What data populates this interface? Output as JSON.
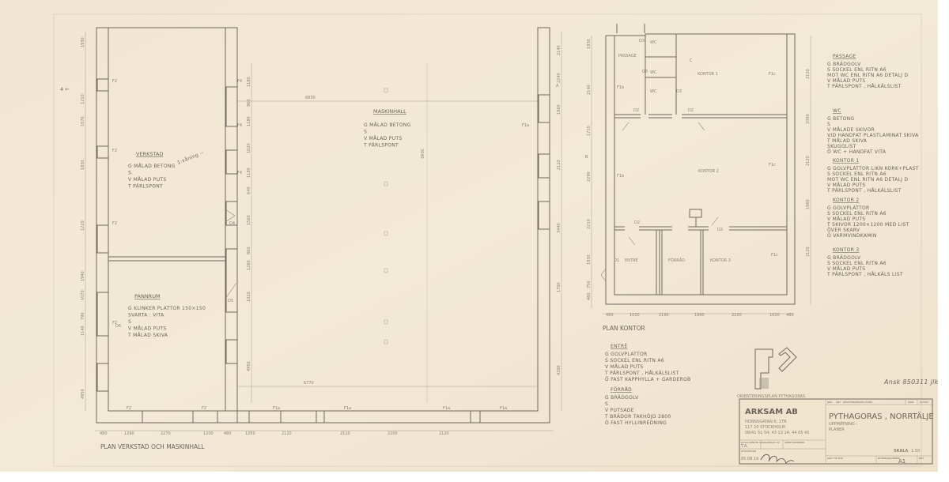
{
  "plan_verkstad": {
    "title": "PLAN VERKSTAD OCH MASKINHALL",
    "section_marker": "4 ←",
    "verkstad": {
      "name": "VERKSTAD",
      "lines": [
        "G  MÅLAD BETONG",
        "S.",
        "V  MÅLAD PUTS",
        "T  PÄRLSPONT"
      ],
      "note": "1:våning ~"
    },
    "pannrum": {
      "name": "PANNRUM",
      "lines": [
        "G  KLINKER PLATTOR  150×150",
        "    SVARTA : VITA",
        "S",
        "V  MÅLAD PUTS",
        "T  MÅLAD SKIVA"
      ]
    },
    "maskinhall": {
      "name": "MASKINHALL",
      "lines": [
        "G  MÅLAD BETONG",
        "S",
        "V  MÅLAD PUTS",
        "T  PÄRLSPONT"
      ]
    },
    "window_labels": [
      "F2",
      "F2",
      "F2",
      "F2",
      "F4",
      "F4",
      "F4",
      "D4",
      "D5",
      "D6",
      "F1a",
      "F1a",
      "F1a",
      "F1a",
      "F1a",
      "F2",
      "F2"
    ],
    "span_top": "6830",
    "span_bottom": "6770",
    "mid_dim": "3040",
    "left_dims": [
      "1930",
      "1210",
      "1070",
      "1830",
      "1220",
      "1940",
      "1070",
      "790",
      "1140",
      "4950"
    ],
    "inner_dims": [
      "1180",
      "960",
      "1180",
      "1020",
      "1180",
      "640",
      "1560",
      "860",
      "1260",
      "1020",
      "4950"
    ],
    "right_dims": [
      "2140",
      "2240",
      "1960",
      "2120",
      "3440",
      "1700",
      "4300"
    ],
    "bottom_dims": [
      "480",
      "1290",
      "2270",
      "1200",
      "480",
      "1350",
      "2120",
      "2110",
      "2200",
      "2120"
    ]
  },
  "plan_kontor": {
    "title": "PLAN KONTOR",
    "rooms": [
      "PASSAGE",
      "WC",
      "WC",
      "WC",
      "KONTOR 1",
      "KONTOR 2",
      "ENTRÉ",
      "FÖRRÅD",
      "KONTOR 3"
    ],
    "marks": [
      "F1b",
      "F1b",
      "F1c",
      "F1c",
      "F1c",
      "D1",
      "D2",
      "D2",
      "D2",
      "D2",
      "D3",
      "D3",
      "D3",
      "C",
      "B",
      "A"
    ],
    "left_dims": [
      "1930",
      "2140",
      "1710",
      "2290",
      "2210",
      "1930",
      "750",
      "480"
    ],
    "bottom_dims": [
      "480",
      "1020",
      "2190",
      "1990",
      "2220",
      "1020",
      "480"
    ],
    "right_dims": [
      "2120",
      "2090",
      "2120",
      "1960",
      "2120"
    ],
    "entre": {
      "name": "ENTRÉ",
      "lines": [
        "G  GOLVPLATTOR",
        "S  SOCKEL ENL RITN A6",
        "V  MÅLAD PUTS",
        "T  PÄRLSPONT , HÅLKÄLSLIST",
        "Ö  FAST KAPPHYLLA + GARDEROB"
      ]
    },
    "forrad": {
      "name": "FÖRRÅD",
      "lines": [
        "G  BRÄDGOLV",
        "S",
        "V  PUTSADE",
        "T  BRÄDOR   TAKHÖJD 2800",
        "Ö  FAST HYLLINREDNING"
      ]
    }
  },
  "legend": [
    {
      "name": "PASSAGE",
      "lines": [
        "G  BRÄDGOLV",
        "S  SOCKEL ENL RITN A6",
        "    MOT WC ENL RITN A6  DETALJ D",
        "V  MÅLAD PUTS",
        "T  PÄRLSPONT , HÅLKÄLSLIST"
      ]
    },
    {
      "name": "WC",
      "lines": [
        "G  BETONG",
        "S",
        "V  MÅLADE SKIVOR",
        "    VID HANDFAT PLASTLAMINAT SKIVA",
        "T  MÅLAD SKIVA",
        "    SKUGGLIST",
        "Ö  WC + HANDFAT  VITA"
      ]
    },
    {
      "name": "KONTOR 1",
      "lines": [
        "G  GOLVPLATTOR  LIKN KORK+PLAST",
        "S  SOCKEL ENL RITN A6",
        "    MOT WC ENL RITN A6  DETALJ D",
        "V  MÅLAD PUTS",
        "T  PÄRLSPONT , HÅLKÄLSLIST"
      ]
    },
    {
      "name": "KONTOR 2",
      "lines": [
        "G  GOLVPLATTOR",
        "S  SOCKEL ENL RITN A6",
        "V  MÅLAD PUTS",
        "T  SKIVOR 1200×1200 MED LIST",
        "    ÖVER SKARV",
        "Ö  VARMVINDKAMIN"
      ]
    },
    {
      "name": "KONTOR 3",
      "lines": [
        "G  BRÄDGOLV",
        "S  SOCKEL ENL RITN A6",
        "V  MÅLAD PUTS",
        "T  PÄRLSPONT , HÅLKÄLS LIST"
      ]
    }
  ],
  "orientation": {
    "label": "ORIENTERINGSPLAN  PYTHAGORAS"
  },
  "handwritten_note": "Ansk 850311 jlk",
  "title_block": {
    "rev_headers": [
      "REG",
      "ANT",
      "REGISTRERINGEN AVSER",
      "SIGN",
      "DATUM"
    ],
    "company": "ARKSAM AB",
    "address1": "HORNSGATAN 6; 1TR",
    "address2": "117 20   STOCKHOLM",
    "phone": "08/41 51 54;  43 13 14;  44 05 45",
    "project": "PYTHAGORAS , NORRTÄLJE",
    "subtitle1": "UPPMÄTNING -",
    "subtitle2": "PLANER",
    "drawn_label": "RITAD KONSTR AV",
    "drawn_value": "T.A.",
    "checked_label": "GRANSKAD AV",
    "job_label": "ARBETSNUMMER",
    "place_label": "STOCKHOLM",
    "date": "85.08.19",
    "code_label": "KOD  TYP  POS",
    "scale_label": "SKALA",
    "scale_value": "1:50",
    "drawing_no_label": "RITNINGSNUMMER",
    "rev_label": "REV",
    "drawing_no": "A1"
  },
  "colors": {
    "paper": "#efe4cf",
    "ink": "#6f685c"
  }
}
